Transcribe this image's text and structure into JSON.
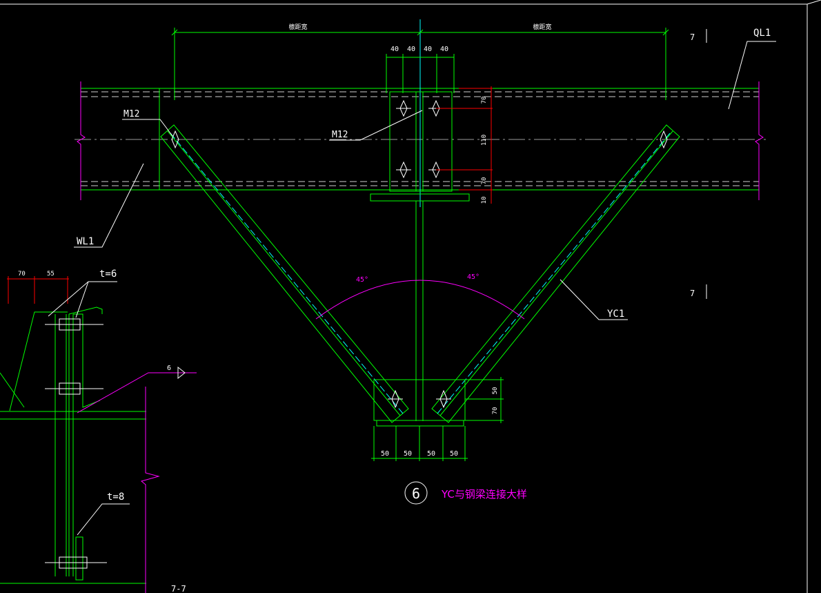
{
  "drawing": {
    "dim_top_left": "檩距宽",
    "dim_top_right": "檩距宽",
    "plate_dims": [
      "40",
      "40",
      "40",
      "40"
    ],
    "vert_dims": [
      "70",
      "110",
      "70",
      "10"
    ],
    "bottom_dims": [
      "50",
      "50",
      "50",
      "50"
    ],
    "node_dims": [
      "50",
      "70"
    ],
    "angle_left": "45°",
    "angle_right": "45°",
    "labels": {
      "ql1": "QL1",
      "m12_left": "M12",
      "m12_center": "M12",
      "wl1": "WL1",
      "yc1": "YC1",
      "section_mark_top": "7",
      "section_mark_mid": "7",
      "section_mark_bottom": "7-7"
    },
    "left_detail": {
      "dims": [
        "70",
        "55"
      ],
      "t6": "t=6",
      "t8": "t=8",
      "weld": "6"
    },
    "title_number": "6",
    "title_text": "YC与钢梁连接大样"
  },
  "colors": {
    "green": "#00ff00",
    "white": "#ffffff",
    "magenta": "#ff00ff",
    "red": "#ff0000",
    "cyan": "#00ffff",
    "dash": "#cfcfcf"
  }
}
